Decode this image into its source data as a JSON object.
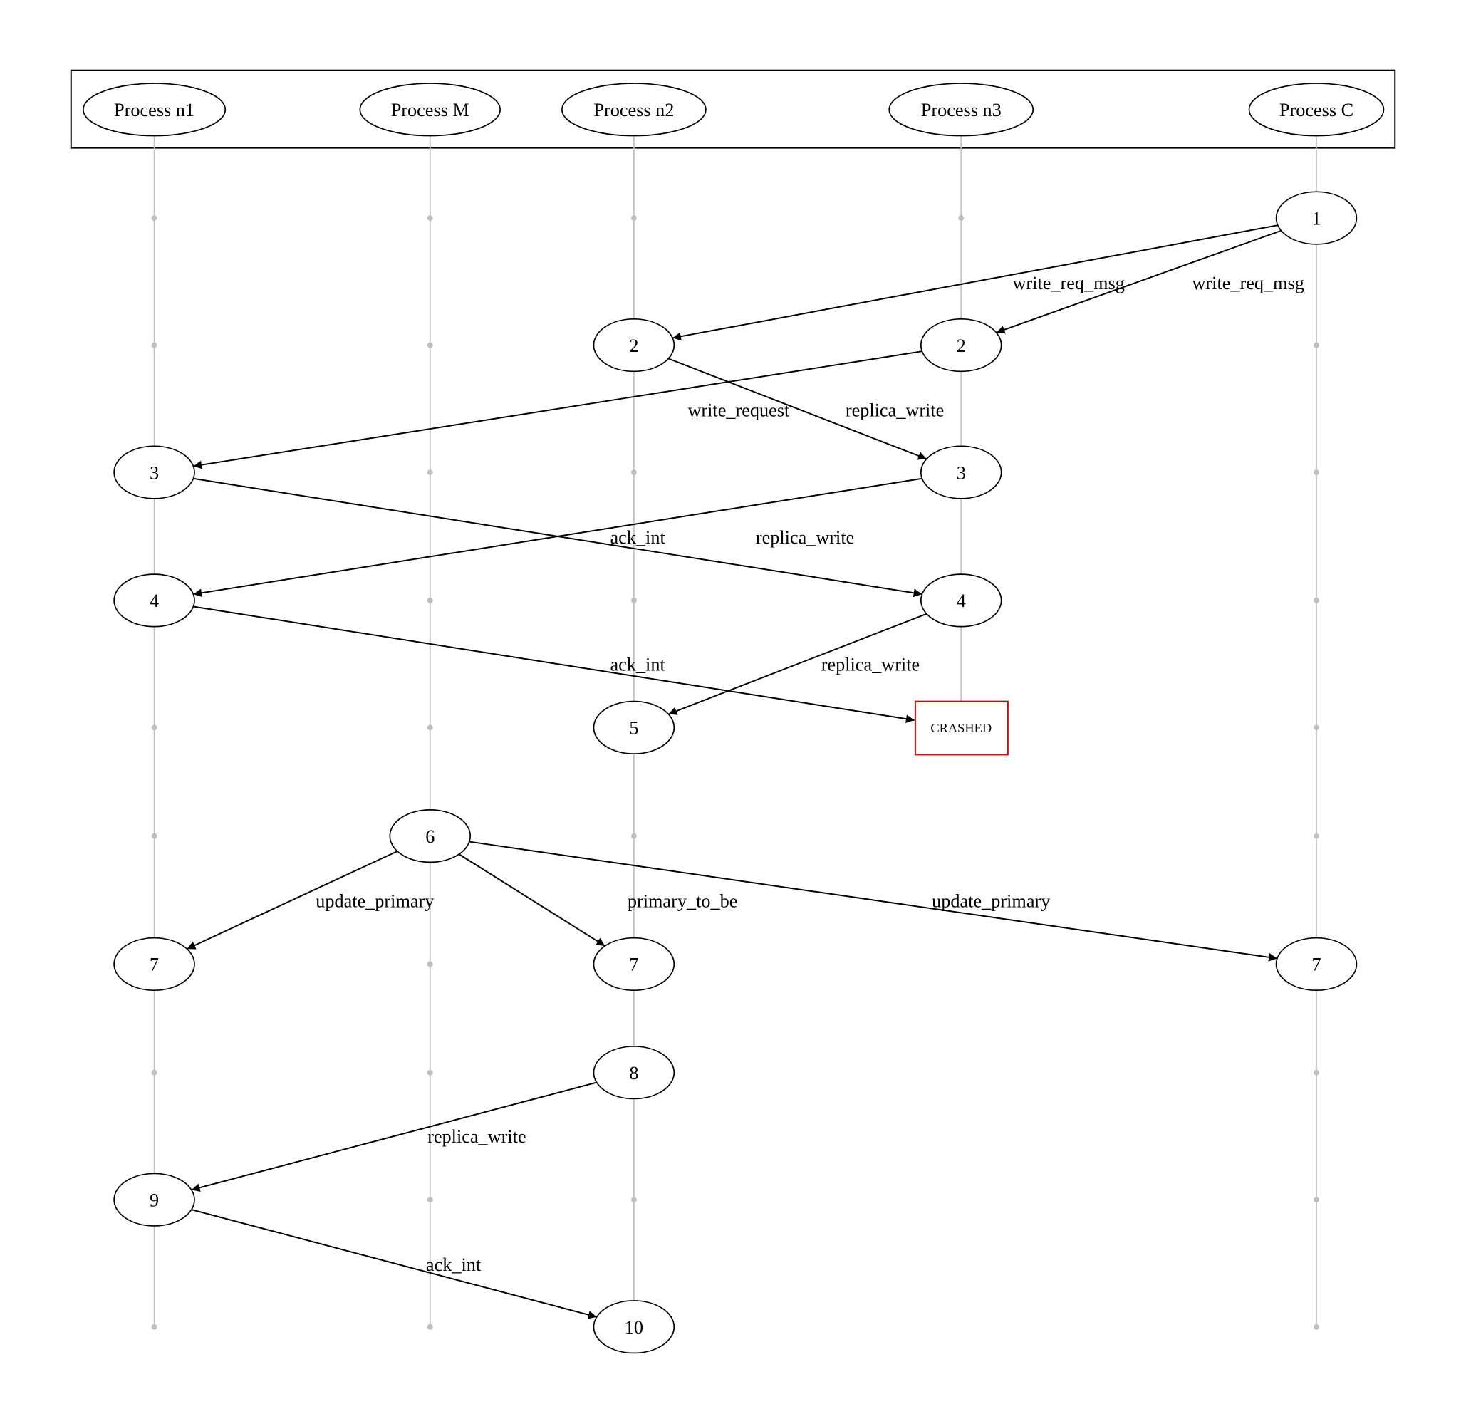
{
  "processes": [
    {
      "id": "n1",
      "label": "Process n1"
    },
    {
      "id": "M",
      "label": "Process M"
    },
    {
      "id": "n2",
      "label": "Process n2"
    },
    {
      "id": "n3",
      "label": "Process n3"
    },
    {
      "id": "C",
      "label": "Process C"
    }
  ],
  "events": [
    {
      "id": "C1",
      "process": "C",
      "step": 1,
      "label": "1"
    },
    {
      "id": "n2_2",
      "process": "n2",
      "step": 2,
      "label": "2"
    },
    {
      "id": "n3_2",
      "process": "n3",
      "step": 2,
      "label": "2"
    },
    {
      "id": "n1_3",
      "process": "n1",
      "step": 3,
      "label": "3"
    },
    {
      "id": "n3_3",
      "process": "n3",
      "step": 3,
      "label": "3"
    },
    {
      "id": "n1_4",
      "process": "n1",
      "step": 4,
      "label": "4"
    },
    {
      "id": "n3_4",
      "process": "n3",
      "step": 4,
      "label": "4"
    },
    {
      "id": "n2_5",
      "process": "n2",
      "step": 5,
      "label": "5"
    },
    {
      "id": "n3_crash",
      "process": "n3",
      "step": 5,
      "label": "CRASHED",
      "type": "crashed"
    },
    {
      "id": "M6",
      "process": "M",
      "step": 6,
      "label": "6"
    },
    {
      "id": "n1_7",
      "process": "n1",
      "step": 7,
      "label": "7"
    },
    {
      "id": "n2_7",
      "process": "n2",
      "step": 7,
      "label": "7"
    },
    {
      "id": "C7",
      "process": "C",
      "step": 7,
      "label": "7"
    },
    {
      "id": "n2_8",
      "process": "n2",
      "step": 8,
      "label": "8"
    },
    {
      "id": "n1_9",
      "process": "n1",
      "step": 9,
      "label": "9"
    },
    {
      "id": "n2_10",
      "process": "n2",
      "step": 10,
      "label": "10"
    }
  ],
  "messages": [
    {
      "from": "C1",
      "to": "n2_2",
      "label": "write_req_msg"
    },
    {
      "from": "C1",
      "to": "n3_2",
      "label": "write_req_msg"
    },
    {
      "from": "n3_2",
      "to": "n1_3",
      "label": "write_request"
    },
    {
      "from": "n2_2",
      "to": "n3_3",
      "label": "replica_write"
    },
    {
      "from": "n3_3",
      "to": "n1_4",
      "label": "ack_int"
    },
    {
      "from": "n1_3",
      "to": "n3_4",
      "label": "replica_write"
    },
    {
      "from": "n1_4",
      "to": "n3_crash",
      "label": "ack_int"
    },
    {
      "from": "n3_4",
      "to": "n2_5",
      "label": "replica_write"
    },
    {
      "from": "M6",
      "to": "n1_7",
      "label": "update_primary"
    },
    {
      "from": "M6",
      "to": "n2_7",
      "label": "primary_to_be"
    },
    {
      "from": "M6",
      "to": "C7",
      "label": "update_primary"
    },
    {
      "from": "n2_8",
      "to": "n1_9",
      "label": "replica_write"
    },
    {
      "from": "n1_9",
      "to": "n2_10",
      "label": "ack_int"
    }
  ],
  "colors": {
    "lifeline": "#c0c0c0",
    "crashed": "#e00000",
    "edge": "#000000"
  }
}
